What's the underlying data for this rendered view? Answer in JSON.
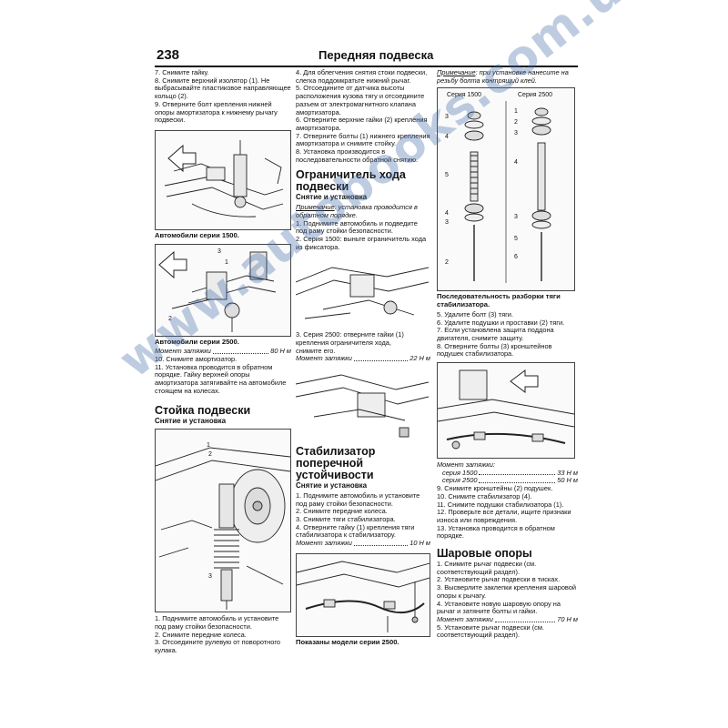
{
  "header": {
    "page_number": "238",
    "title": "Передняя подвеска"
  },
  "col1": {
    "steps_top": [
      "7. Снимите гайку.",
      "8. Снимите верхний изолятор (1). Не выбрасывайте пластиковое направляющее кольцо (2).",
      "9. Отверните болт крепления нижней опоры амортизатора к нижнему рычагу подвески."
    ],
    "fig1_caption": "Автомобили серии 1500.",
    "fig2_caption": "Автомобили серии 2500.",
    "fig2_labels": [
      "3",
      "1",
      "2"
    ],
    "torque1_label": "Момент затяжки",
    "torque1_value": "80 Н м",
    "steps_mid": [
      "10. Снимите амортизатор.",
      "11. Установка проводится в обратном порядке. Гайку верхней опоры амортизатора затягивайте на автомобиле стоящем на колесах."
    ],
    "section_title": "Стойка подвески",
    "section_sub": "Снятие и установка",
    "fig3_labels": [
      "1",
      "2",
      "3"
    ],
    "steps_bottom": [
      "1. Поднимите автомобиль и установите под раму стойки безопасности.",
      "2. Снимите передние колеса.",
      "3. Отсоедините рулевую от поворотного кулака."
    ]
  },
  "col2": {
    "steps_top": [
      "4. Для облегчения снятия стоки подвески, слегка поддомкратьте нижний рычаг.",
      "5. Отсоедините от датчика высоты расположения кузова тягу и отсоедините разъем от электромагнитного клапана амортизатора.",
      "6. Отверните верхние гайки (2) крепления амортизатора.",
      "7. Отверните болты (1) нижнего крепления амортизатора и снимите стойку.",
      "8. Установка производится в последовательности обратной снятию."
    ],
    "section1_title": "Ограничитель хода подвески",
    "section1_sub": "Снятие и установка",
    "note1_label": "Примечание",
    "note1_text": ": установка проводится в обратном порядке.",
    "steps_s1": [
      "1. Поднимите автомобиль и подведите под раму стойки безопасности.",
      "2. Серия 1500: выньте ограничитель хода из фиксатора."
    ],
    "step_s1_3": "3. Серия 2500: отверните гайки (1) крепления ограничителя хода, снимите его.",
    "torque1_label": "Момент затяжки",
    "torque1_value": "22 Н м",
    "section2_title": "Стабилизатор поперечной устойчивости",
    "section2_sub": "Снятие и установка",
    "steps_s2": [
      "1. Поднимите автомобиль и установите под раму стойки безопасности.",
      "2. Снимите передние колеса.",
      "3. Снимите тяги стабилизатора.",
      "4. Отверните гайку (1) крепления тяги стабилизатора к стабилизатору."
    ],
    "torque2_label": "Момент затяжки",
    "torque2_value": "10 Н м",
    "fig_caption": "Показаны модели серии 2500."
  },
  "col3": {
    "note_label": "Примечание",
    "note_text": ": при установке нанесите на резьбу болта контрящий клей.",
    "fig_series_a": "Серия 1500",
    "fig_series_b": "Серия 2500",
    "fig_labels_a": [
      "3",
      "4",
      "5",
      "4",
      "3",
      "2"
    ],
    "fig_labels_b": [
      "1",
      "2",
      "3",
      "4",
      "3",
      "5",
      "6"
    ],
    "fig_caption": "Последовательность разборки тяги стабилизатора.",
    "steps_top": [
      "5. Удалите болт (3) тяги.",
      "6. Удалите подушки и проставки (2) тяги.",
      "7. Если установлена защита поддона двигателя, снимите защиту.",
      "8. Отверните болты (3) кронштейнов подушек стабилизатора."
    ],
    "torque_label": "Момент затяжки:",
    "torque_rows": [
      {
        "label": "серия 1500",
        "value": "33 Н м"
      },
      {
        "label": "серия 2500",
        "value": "50 Н м"
      }
    ],
    "steps_mid": [
      "9. Снимите кронштейны (2) подушек.",
      "10. Снимите стабилизатор (4).",
      "11. Снимите подушки стабилизатора (1).",
      "12. Проверьте все детали, ищите признаки износа или повреждения.",
      "13. Установка проводится в обратном порядке."
    ],
    "section_title": "Шаровые опоры",
    "steps_bottom": [
      "1. Снимите рычаг подвески (см. соответствующий раздел).",
      "2. Установите рычаг подвески в тисках.",
      "3. Высверлите заклепки крепления шаровой опоры к рычагу.",
      "4. Установите новую шаровую опору на рычаг и затяните болты и гайки."
    ],
    "torque2_label": "Момент затяжки",
    "torque2_value": "70 Н м",
    "step_last": "5. Установите рычаг подвески (см. соответствующий раздел)."
  },
  "watermark": "www.autobooks.com.ua",
  "colors": {
    "ink": "#111111",
    "watermark": "#466eaa",
    "figure_bg": "#fafafa"
  }
}
